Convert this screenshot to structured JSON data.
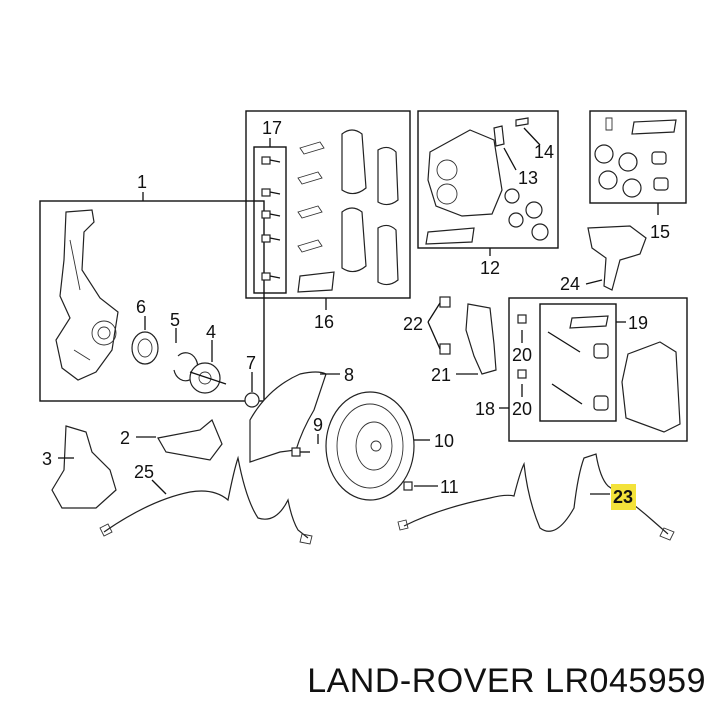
{
  "callouts": {
    "c1": "1",
    "c2": "2",
    "c3": "3",
    "c4": "4",
    "c5": "5",
    "c6": "6",
    "c7": "7",
    "c8": "8",
    "c9": "9",
    "c10": "10",
    "c11": "11",
    "c12": "12",
    "c13": "13",
    "c14": "14",
    "c15": "15",
    "c16": "16",
    "c17": "17",
    "c18": "18",
    "c19": "19",
    "c20a": "20",
    "c20b": "20",
    "c21": "21",
    "c22": "22",
    "c23": "23",
    "c24": "24",
    "c25": "25"
  },
  "highlight": {
    "part": "23",
    "color": "#f3e23a"
  },
  "footer": {
    "brand": "LAND-ROVER",
    "part_number": "LR045959"
  }
}
